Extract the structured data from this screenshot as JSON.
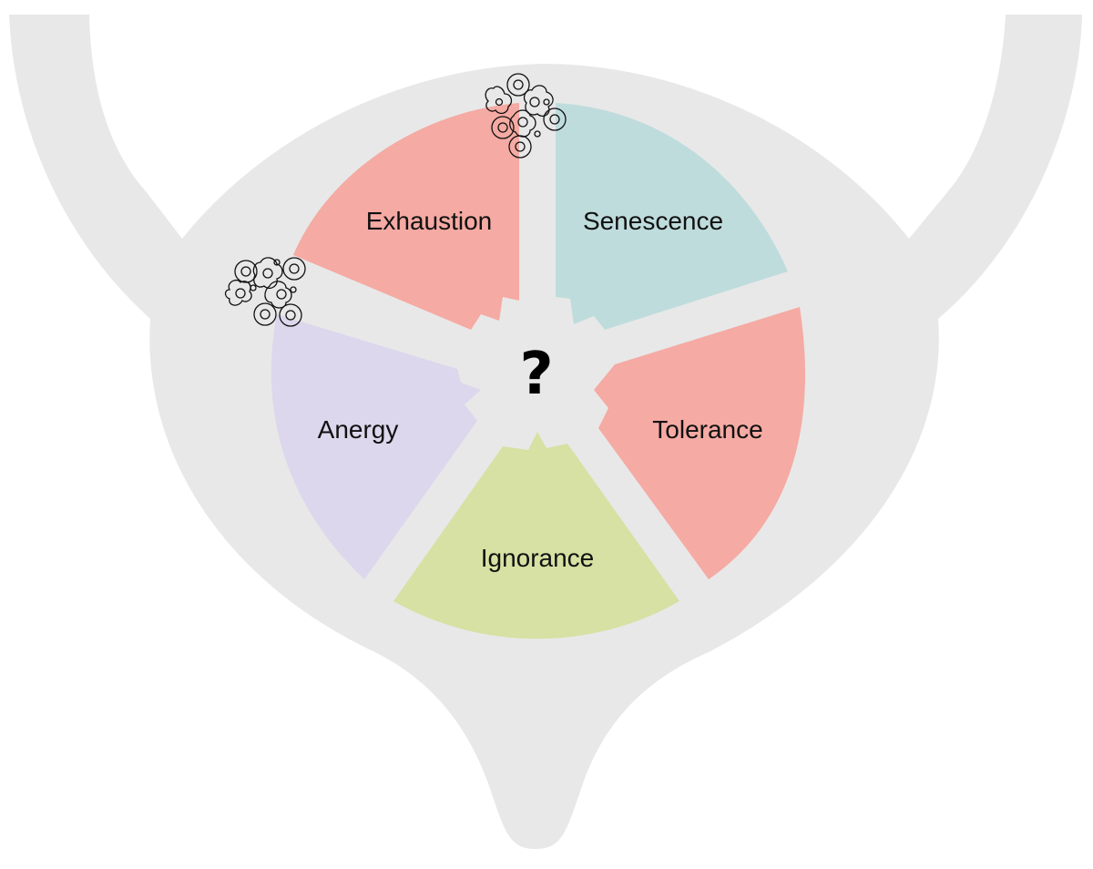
{
  "diagram": {
    "center_label": "?",
    "segments": [
      {
        "key": "exhaustion",
        "label": "Exhaustion",
        "color": "#f5aaa3"
      },
      {
        "key": "senescence",
        "label": "Senescence",
        "color": "#bfdcdd"
      },
      {
        "key": "tolerance",
        "label": "Tolerance",
        "color": "#f5aaa3"
      },
      {
        "key": "ignorance",
        "label": "Ignorance",
        "color": "#d6e1a3"
      },
      {
        "key": "anergy",
        "label": "Anergy",
        "color": "#dcd7ec"
      }
    ],
    "colors": {
      "organ": "#e8e8e8",
      "background": "#ffffff",
      "cell_outline": "#111111"
    },
    "icons": [
      "cell-cluster-icon",
      "cell-cluster-icon"
    ]
  }
}
